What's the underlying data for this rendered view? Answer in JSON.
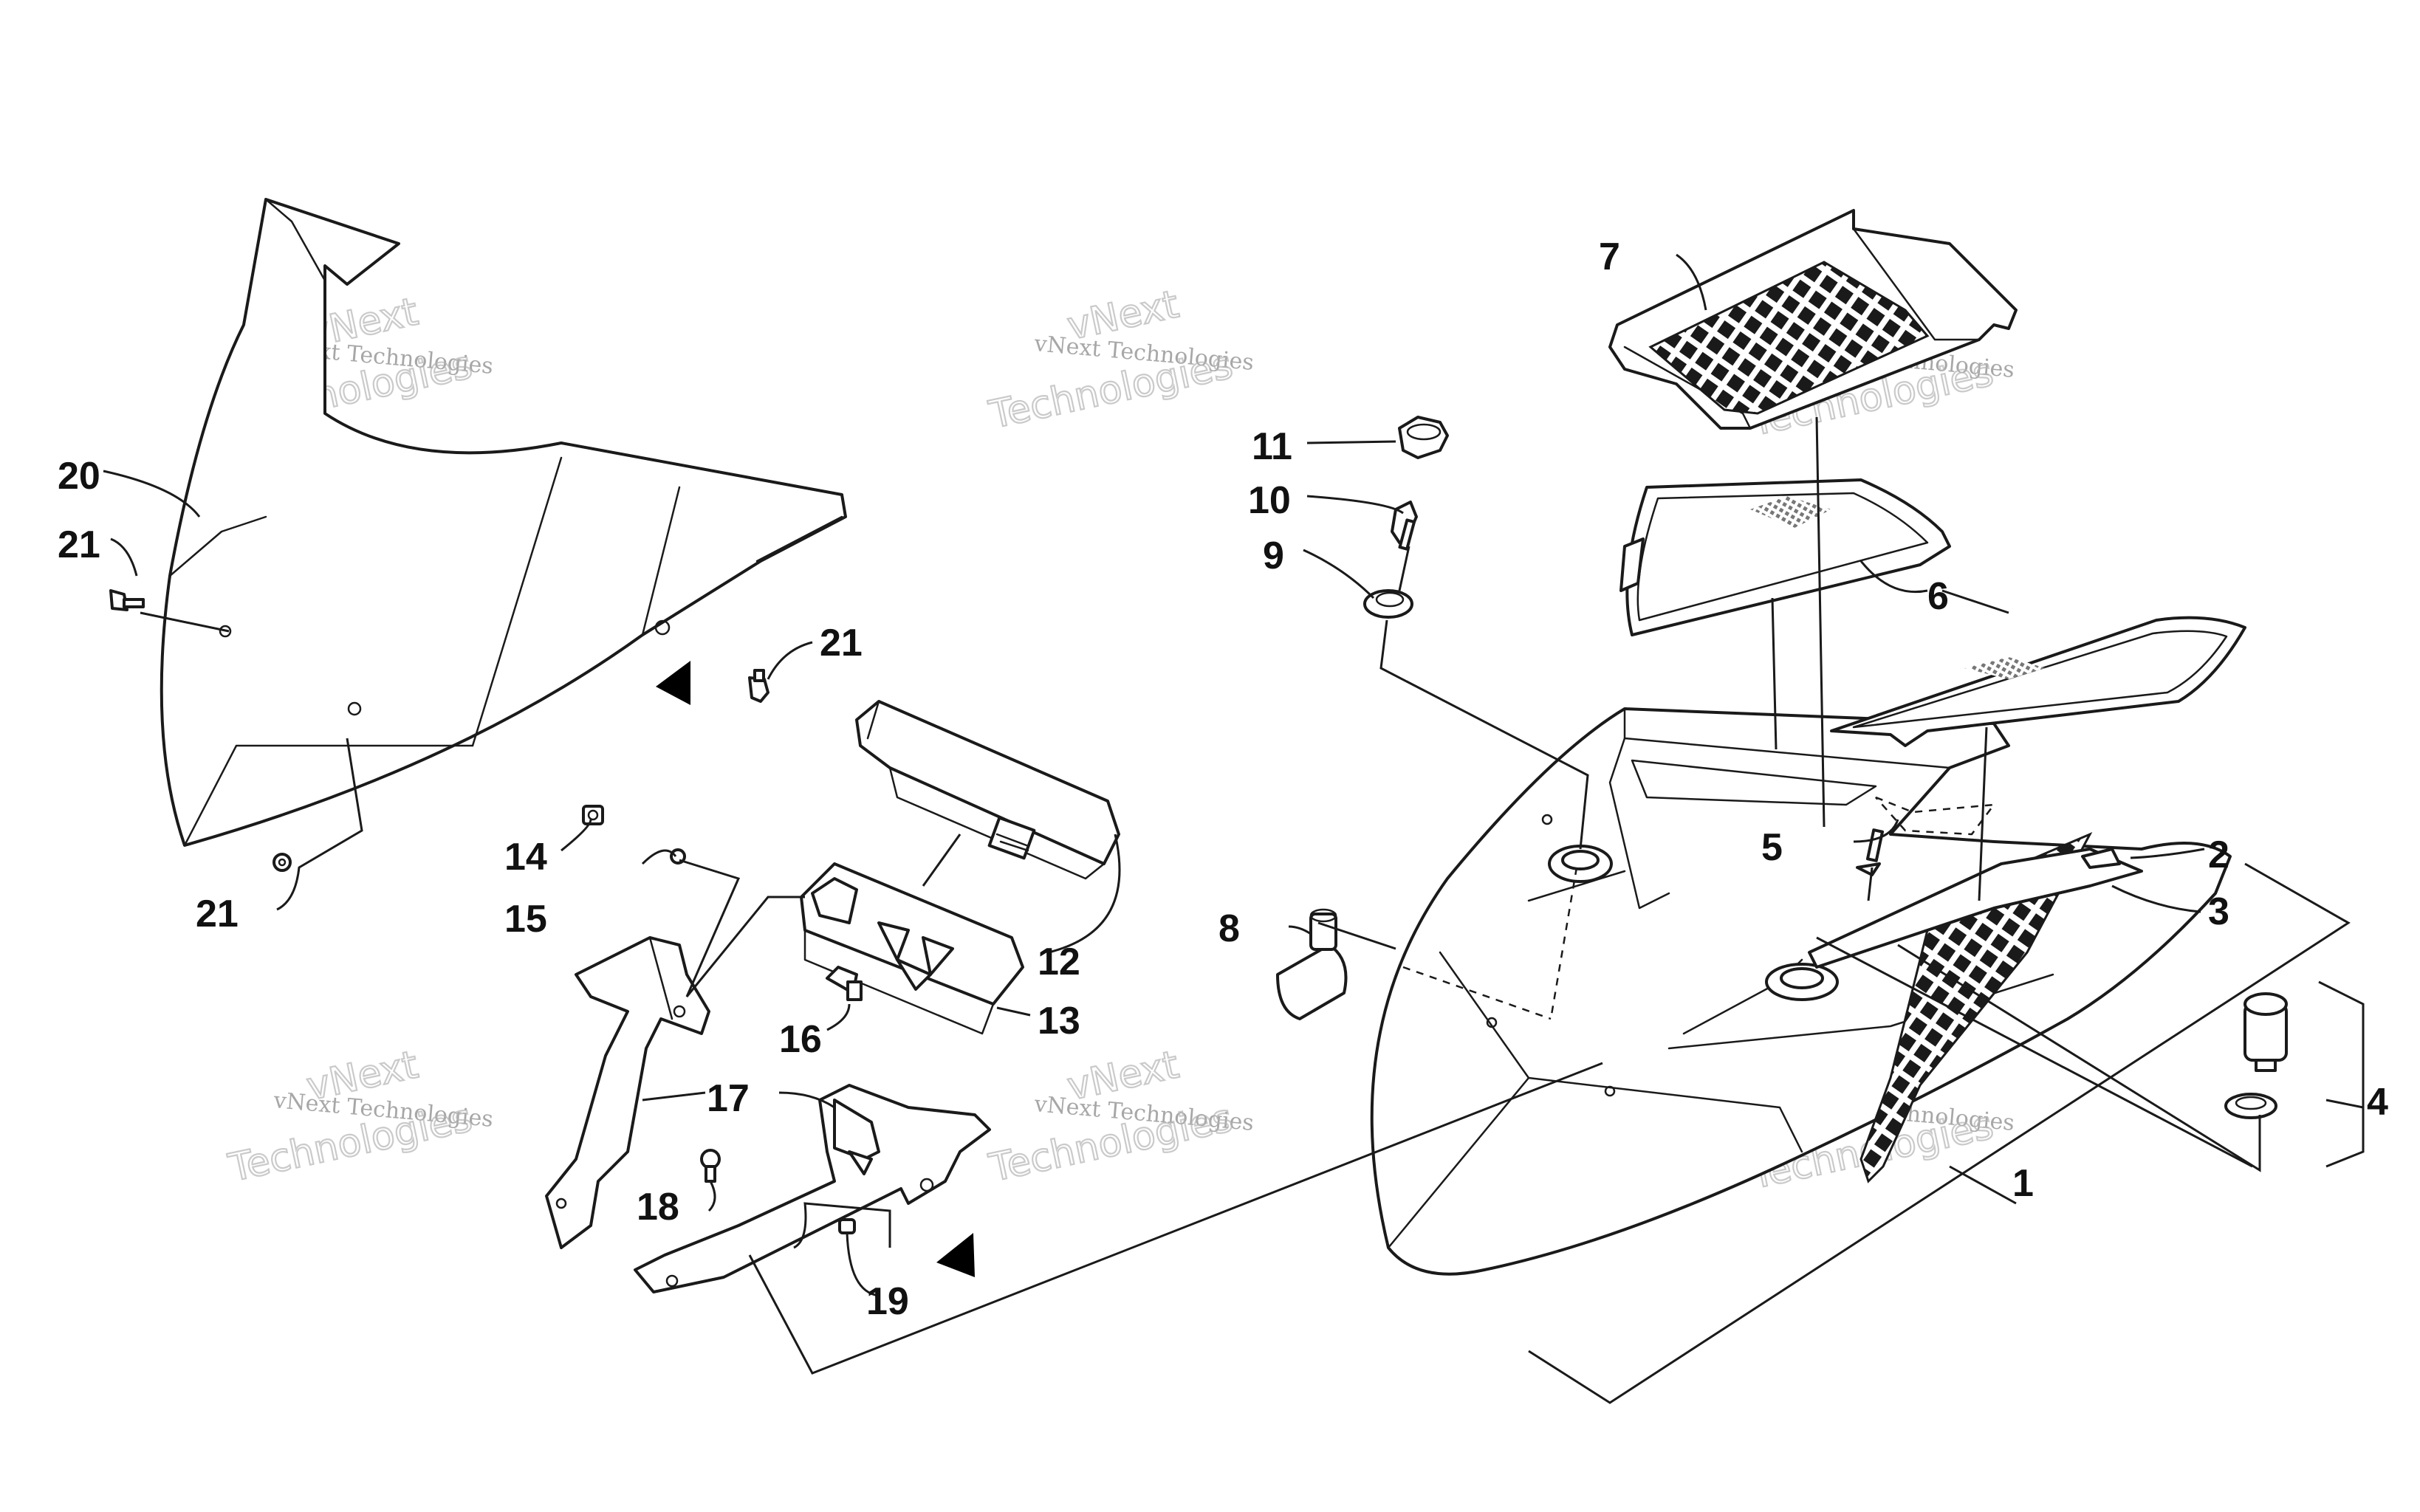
{
  "callouts": {
    "c1": "1",
    "c2": "2",
    "c3": "3",
    "c4": "4",
    "c5": "5",
    "c6": "6",
    "c7": "7",
    "c8": "8",
    "c9": "9",
    "c10": "10",
    "c11": "11",
    "c12": "12",
    "c13": "13",
    "c14": "14",
    "c15": "15",
    "c16": "16",
    "c17": "17",
    "c18": "18",
    "c19": "19",
    "c20": "20",
    "c21a": "21",
    "c21b": "21",
    "c21c": "21"
  },
  "watermark": {
    "line1": "vNext",
    "line2": "vNext Technologies",
    "line3": "Technologies"
  }
}
